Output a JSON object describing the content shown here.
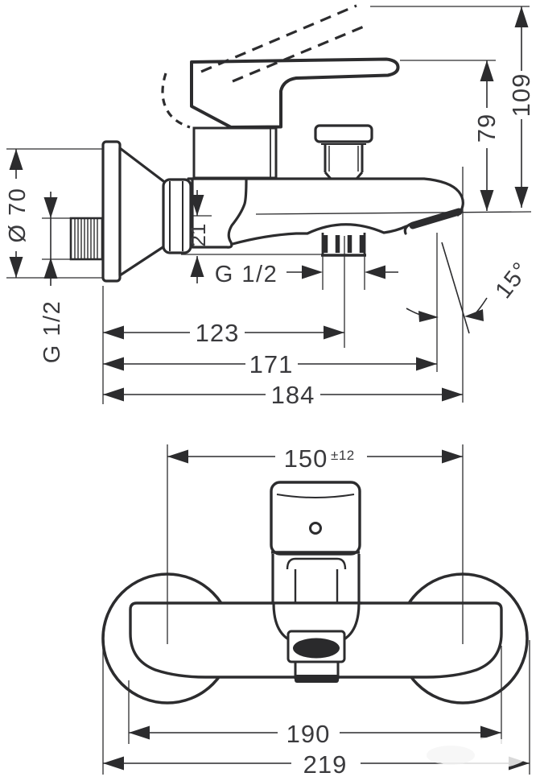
{
  "side_view": {
    "height_to_open_handle": "109",
    "height_to_handle": "79",
    "escutcheon_diameter": "Ø 70",
    "inlet_connection": "G 1/2",
    "spout_drop": "21",
    "bottom_outlet_thread": "G 1/2",
    "projection_to_outlet": "123",
    "projection_to_aerator": "171",
    "total_projection": "184",
    "aerator_angle": "15°"
  },
  "front_view": {
    "connection_centers": "150",
    "connection_tolerance": "±12",
    "body_width": "190",
    "overall_width": "219"
  }
}
